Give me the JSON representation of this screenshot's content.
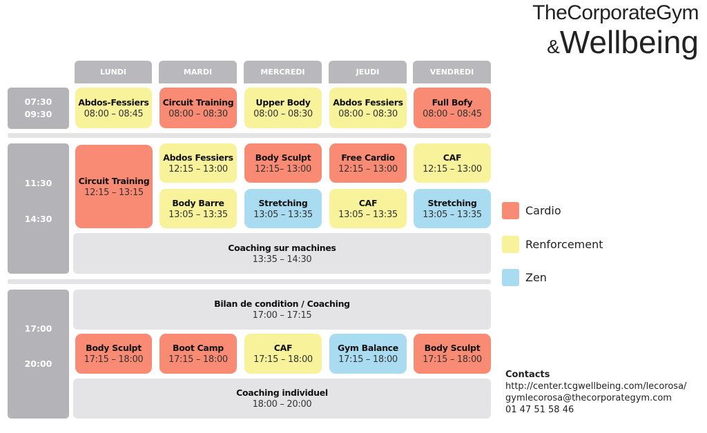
{
  "brand": {
    "line1": "TheCorporateGym",
    "amp": "&",
    "line2": "Wellbeing"
  },
  "colors": {
    "cardio": "#f98b74",
    "renforcement": "#f8f29b",
    "zen": "#a9dcf1"
  },
  "days": [
    "LUNDI",
    "MARDI",
    "MERCREDI",
    "JEUDI",
    "VENDREDI"
  ],
  "time_blocks": [
    {
      "start": "07:30",
      "end": "09:30"
    },
    {
      "start": "11:30",
      "end": "14:30"
    },
    {
      "start": "17:00",
      "end": "20:00"
    }
  ],
  "morning": [
    {
      "title": "Abdos-Fessiers",
      "time": "08:00 – 08:45",
      "type": "renforcement"
    },
    {
      "title": "Circuit Training",
      "time": "08:00 – 08:30",
      "type": "cardio"
    },
    {
      "title": "Upper Body",
      "time": "08:00 – 08:30",
      "type": "renforcement"
    },
    {
      "title": "Abdos Fessiers",
      "time": "08:00 – 08:30",
      "type": "renforcement"
    },
    {
      "title": "Full Bofy",
      "time": "08:00 – 08:45",
      "type": "cardio"
    }
  ],
  "midday_lundi": {
    "title": "Circuit Training",
    "time": "12:15 – 13:15",
    "type": "cardio"
  },
  "midday_a": [
    {
      "title": "Abdos Fessiers",
      "time": "12:15 – 13:00",
      "type": "renforcement"
    },
    {
      "title": "Body Sculpt",
      "time": "12:15– 13:00",
      "type": "cardio"
    },
    {
      "title": "Free Cardio",
      "time": "12:15 – 13:00",
      "type": "cardio"
    },
    {
      "title": "CAF",
      "time": "12:15 – 13:00",
      "type": "renforcement"
    }
  ],
  "midday_b": [
    {
      "title": "Body Barre",
      "time": "13:05 – 13:35",
      "type": "renforcement"
    },
    {
      "title": "Stretching",
      "time": "13:05 – 13:35",
      "type": "zen"
    },
    {
      "title": "CAF",
      "time": "13:05 – 13:35",
      "type": "renforcement"
    },
    {
      "title": "Stretching",
      "time": "13:05 – 13:35",
      "type": "zen"
    }
  ],
  "coaching_machines": {
    "title": "Coaching sur machines",
    "time": "13:35 – 14:30"
  },
  "bilan": {
    "title": "Bilan de condition / Coaching",
    "time": "17:00 – 17:15"
  },
  "evening": [
    {
      "title": "Body Sculpt",
      "time": "17:15 – 18:00",
      "type": "cardio"
    },
    {
      "title": "Boot Camp",
      "time": "17:15 – 18:00",
      "type": "cardio"
    },
    {
      "title": "CAF",
      "time": "17:15 – 18:00",
      "type": "renforcement"
    },
    {
      "title": "Gym Balance",
      "time": "17:15 – 18:00",
      "type": "zen"
    },
    {
      "title": "Body Sculpt",
      "time": "17:15 – 18:00",
      "type": "cardio"
    }
  ],
  "coaching_individuel": {
    "title": "Coaching individuel",
    "time": "18:00 – 20:00"
  },
  "legend": [
    {
      "label": "Cardio",
      "type": "cardio"
    },
    {
      "label": "Renforcement",
      "type": "renforcement"
    },
    {
      "label": "Zen",
      "type": "zen"
    }
  ],
  "contacts": {
    "heading": "Contacts",
    "url": "http://center.tcgwellbeing.com/lecorosa/",
    "email": "gymlecorosa@thecorporategym.com",
    "phone": "01 47 51 58 46"
  }
}
